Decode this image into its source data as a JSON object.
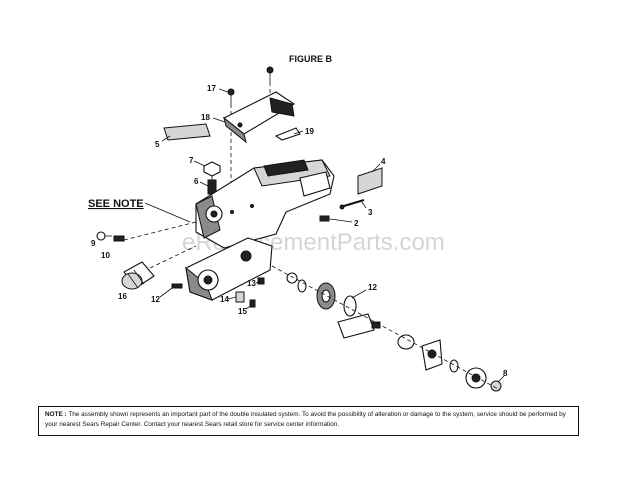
{
  "figure_title": "FIGURE B",
  "see_note_label": "SEE NOTE",
  "watermark": "eReplacementParts.com",
  "callouts": {
    "c17": "17",
    "c18": "18",
    "c5": "5",
    "c19": "19",
    "c7": "7",
    "c6": "6",
    "c4": "4",
    "c3": "3",
    "c2": "2",
    "c9": "9",
    "c10": "10",
    "c16": "16",
    "c12a": "12",
    "c13": "13",
    "c14": "14",
    "c15": "15",
    "c12b": "12",
    "c8": "8"
  },
  "note": {
    "label": "NOTE :",
    "text": "The assembly shown represents an important part of the double insulated system. To avoid the possibility of alteration or damage to the system, service should be performed by your nearest Sears Repair Center. Contact your nearest Sears retail store for service center information."
  }
}
